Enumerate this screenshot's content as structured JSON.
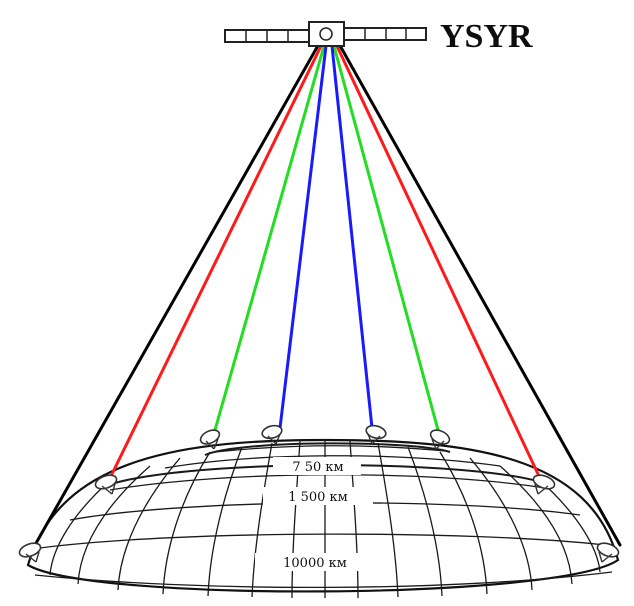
{
  "satellite": {
    "name": "YSYR",
    "icon": "satellite-icon"
  },
  "rays": {
    "colors": {
      "outer": "#000000",
      "red": "#ff1a1a",
      "green": "#22dd22",
      "blue": "#1a1aff"
    }
  },
  "distance_labels": {
    "inner": "7 50 км",
    "middle": "1 500 км",
    "outer": "10000 км"
  },
  "icons": {
    "ground_station": "satellite-dish-icon",
    "earth": "earth-grid"
  }
}
